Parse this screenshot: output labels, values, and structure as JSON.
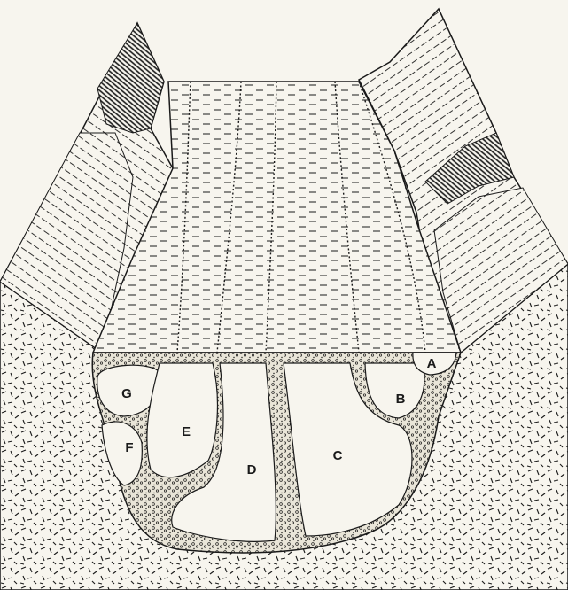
{
  "diagram": {
    "kind": "glacial-valley block diagram with moraine cross-section",
    "colors": {
      "paper": "#f7f5ee",
      "ink": "#1a1a1a",
      "till_fill": "#e9e5d8"
    },
    "deposit_labels": [
      "A",
      "B",
      "C",
      "D",
      "E",
      "F",
      "G"
    ]
  }
}
